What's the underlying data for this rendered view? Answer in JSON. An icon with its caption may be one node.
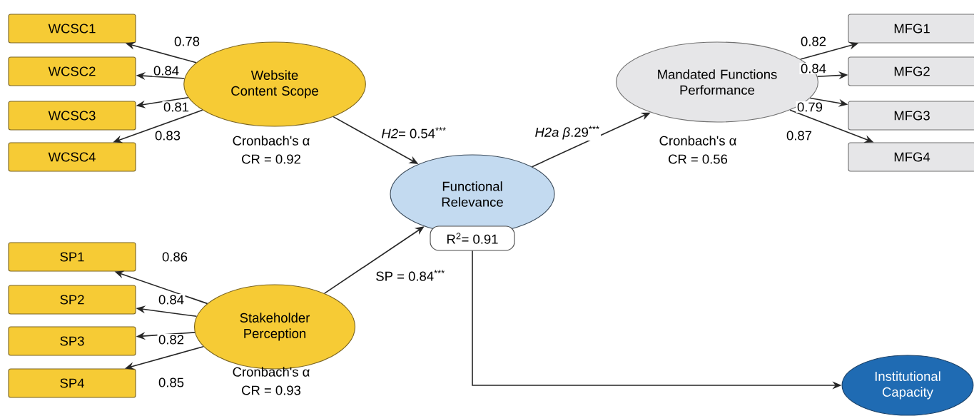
{
  "diagram": {
    "nodes": [
      {
        "text": [
          "WCSC1"
        ]
      },
      {
        "text": [
          "WCSC2"
        ]
      },
      {
        "text": [
          "WCSC3"
        ]
      },
      {
        "text": [
          "WCSC4"
        ]
      },
      {
        "text": [
          "Website Content Scope"
        ],
        "beside": [
          "Cronbach's α",
          "CR = 0.92"
        ]
      },
      {
        "text": [
          "Mandated Functions Performance"
        ],
        "beside": [
          "Cronbach's α",
          "CR = 0.56"
        ]
      },
      {
        "text": [
          "MFG1"
        ]
      },
      {
        "text": [
          "MFG2"
        ]
      },
      {
        "text": [
          "MFG3"
        ]
      },
      {
        "text": [
          "MFG4"
        ]
      },
      {
        "text": [
          "Functional Relevance"
        ]
      },
      {
        "text": [
          "R$^{2}$= 0.91"
        ]
      },
      {
        "text": [
          "SP1"
        ]
      },
      {
        "text": [
          "SP2"
        ]
      },
      {
        "text": [
          "SP3"
        ]
      },
      {
        "text": [
          "SP4"
        ]
      },
      {
        "text": [
          "Stakeholder Perception"
        ],
        "beside": [
          "Cronbach's α",
          "CR = 0.93"
        ]
      },
      {
        "text": [
          "Institutional Capacity"
        ]
      }
    ],
    "edges": [
      {
        "from": 4,
        "to": 0,
        "arrow": "to",
        "label": "0.78"
      },
      {
        "from": 4,
        "to": 1,
        "arrow": "to",
        "label": "0.84"
      },
      {
        "from": 4,
        "to": 2,
        "arrow": "to",
        "label": "0.81"
      },
      {
        "from": 4,
        "to": 3,
        "arrow": "to",
        "label": "0.83"
      },
      {
        "from": 4,
        "to": 10,
        "arrow": "to",
        "label": "*H2*= 0.54$^{***}$"
      },
      {
        "from": 10,
        "to": 5,
        "arrow": "to",
        "label": "*H2a β*.29$^{***}$"
      },
      {
        "from": 5,
        "to": 6,
        "arrow": "to",
        "label": "0.82"
      },
      {
        "from": 5,
        "to": 7,
        "arrow": "to",
        "label": "0.84"
      },
      {
        "from": 5,
        "to": 8,
        "arrow": "to",
        "label": "0.79"
      },
      {
        "from": 5,
        "to": 9,
        "arrow": "to",
        "label": "0.87"
      },
      {
        "from": 16,
        "to": 12,
        "arrow": "to",
        "label": "0.86"
      },
      {
        "from": 16,
        "to": 13,
        "arrow": "to",
        "label": "0.84"
      },
      {
        "from": 16,
        "to": 14,
        "arrow": "to",
        "label": "0.82"
      },
      {
        "from": 16,
        "to": 15,
        "arrow": "to",
        "label": "0.85"
      },
      {
        "from": 16,
        "to": 10,
        "arrow": "to",
        "label": "SP = 0.84$^{***}$"
      },
      {
        "from": 11,
        "to": 17,
        "arrow": "to"
      }
    ]
  }
}
